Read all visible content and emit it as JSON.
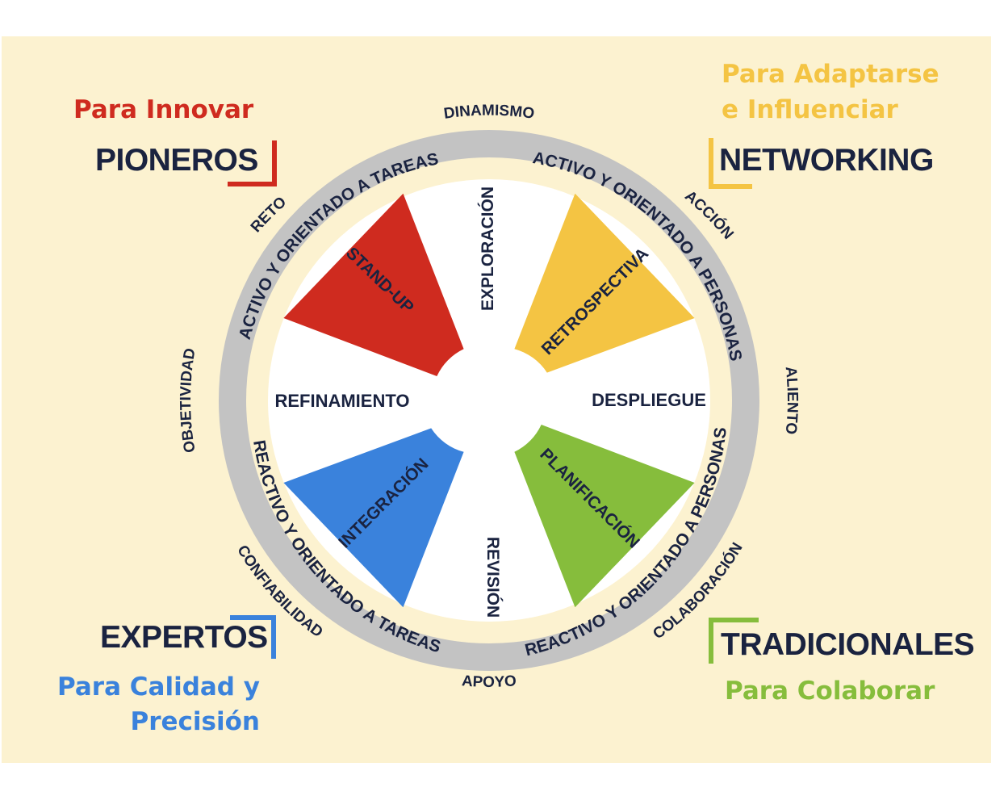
{
  "colors": {
    "background": "#fcf2d0",
    "ring": "#c3c3c3",
    "navy": "#1a2340",
    "red": "#cf2b1f",
    "yellow": "#f4c443",
    "blue": "#3a82dc",
    "green": "#86bd3c"
  },
  "quadrants": {
    "pioneros": {
      "title": "PIONEROS",
      "subtitle": "Para Innovar"
    },
    "networking": {
      "title": "NETWORKING",
      "subtitle_line1": "Para Adaptarse",
      "subtitle_line2": "e Influenciar"
    },
    "expertos": {
      "title": "EXPERTOS",
      "subtitle_line1": "Para Calidad y",
      "subtitle_line2": "Precisión"
    },
    "tradicionales": {
      "title": "TRADICIONALES",
      "subtitle": "Para Colaborar"
    }
  },
  "segments": {
    "stand_up": "STAND-UP",
    "exploracion": "EXPLORACIÓN",
    "retrospectiva": "RETROSPECTIVA",
    "despliegue": "DESPLIEGUE",
    "planificacion": "PLANIFICACIÓN",
    "revision": "REVISIÓN",
    "integracion": "INTEGRACIÓN",
    "refinamiento": "REFINAMIENTO"
  },
  "ring_labels": {
    "top_left": "ACTIVO Y ORIENTADO A TAREAS",
    "top_right": "ACTIVO Y ORIENTADO A PERSONAS",
    "bottom_right": "REACTIVO Y ORIENTADO A PERSONAS",
    "bottom_left": "REACTIVO Y ORIENTADO A TAREAS"
  },
  "outer_labels": {
    "dinamismo": "DINAMISMO",
    "accion": "ACCIÓN",
    "aliento": "ALIENTO",
    "colaboracion": "COLABORACIÓN",
    "apoyo": "APOYO",
    "confiabilidad": "CONFIABILIDAD",
    "objetividad": "OBJETIVIDAD",
    "reto": "RETO"
  }
}
